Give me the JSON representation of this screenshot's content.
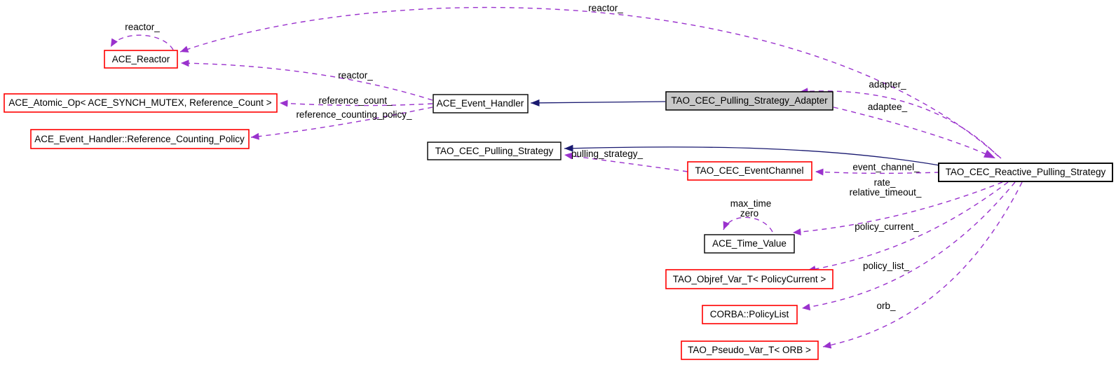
{
  "diagram": {
    "type": "collaboration-graph",
    "colors": {
      "background": "#ffffff",
      "dashed_edge": "#9a32cd",
      "solid_edge": "#191970",
      "red_border": "#ff0000",
      "black_border": "#000000",
      "gray_fill": "#c8c8c8",
      "node_fill": "#ffffff",
      "text": "#000000"
    },
    "nodes": {
      "ace_reactor": "ACE_Reactor",
      "ace_atomic_op": "ACE_Atomic_Op< ACE_SYNCH_MUTEX, Reference_Count >",
      "ref_counting_policy": "ACE_Event_Handler::Reference_Counting_Policy",
      "ace_event_handler": "ACE_Event_Handler",
      "pulling_strategy_adapter": "TAO_CEC_Pulling_Strategy_Adapter",
      "pulling_strategy": "TAO_CEC_Pulling_Strategy",
      "event_channel": "TAO_CEC_EventChannel",
      "reactive_pulling_strategy": "TAO_CEC_Reactive_Pulling_Strategy",
      "ace_time_value": "ACE_Time_Value",
      "objref_var": "TAO_Objref_Var_T< PolicyCurrent >",
      "policy_list": "CORBA::PolicyList",
      "pseudo_var": "TAO_Pseudo_Var_T< ORB >"
    },
    "node_styles": {
      "ace_reactor": "red",
      "ace_atomic_op": "red",
      "ref_counting_policy": "red",
      "ace_event_handler": "black",
      "pulling_strategy_adapter": "gray-current",
      "pulling_strategy": "black",
      "event_channel": "red",
      "reactive_pulling_strategy": "black",
      "ace_time_value": "black",
      "objref_var": "red",
      "policy_list": "red",
      "pseudo_var": "red"
    },
    "edge_labels": {
      "reactor_self": "reactor_",
      "reactor_top": "reactor_",
      "reactor_mid": "reactor_",
      "reference_count": "reference_count_",
      "reference_counting_policy": "reference_counting_policy_",
      "adapter": "adapter_",
      "adaptee": "adaptee_",
      "pulling_strategy": "pulling_strategy_",
      "event_channel": "event_channel_",
      "rate": "rate_",
      "relative_timeout": "relative_timeout_",
      "max_time": "max_time",
      "zero": "zero",
      "policy_current": "policy_current_",
      "policy_list": "policy_list_",
      "orb": "orb_"
    }
  }
}
